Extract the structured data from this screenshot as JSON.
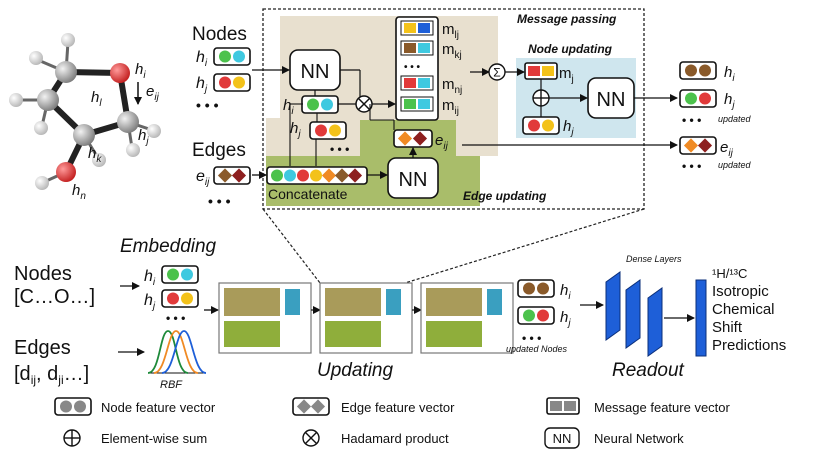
{
  "molecule": {
    "hi": "h",
    "hi_sub": "i",
    "hl": "h",
    "hl_sub": "l",
    "eij": "e",
    "eij_sub": "ij",
    "hj": "h",
    "hj_sub": "j",
    "hk": "h",
    "hk_sub": "k",
    "hn": "h",
    "hn_sub": "n"
  },
  "inputs": {
    "nodes_label": "Nodes",
    "edges_label": "Edges",
    "hi": "h",
    "hi_sub": "i",
    "hj": "h",
    "hj_sub": "j",
    "eij": "e",
    "eij_sub": "ij",
    "dots": "• • •"
  },
  "detail": {
    "message_passing": "Message passing",
    "node_updating": "Node updating",
    "edge_updating": "Edge updating",
    "concatenate": "Concatenate",
    "nn": "NN",
    "sigma": "Σ",
    "messages": [
      {
        "m": "m",
        "sub": "lj"
      },
      {
        "m": "m",
        "sub": "kj"
      },
      {
        "m": "m",
        "sub": "nj"
      },
      {
        "m": "m",
        "sub": "ij"
      }
    ],
    "mj": "m",
    "mj_sub": "j",
    "hi": "h",
    "hi_sub": "i",
    "hj": "h",
    "hj_sub": "j",
    "eij": "e",
    "eij_sub": "ij",
    "dots": "• • •"
  },
  "outputs_top": {
    "hi": "h",
    "hi_sub": "i",
    "hj": "h",
    "hj_sub": "j",
    "updated": "updated",
    "eij": "e",
    "eij_sub": "ij",
    "dots": "• • •"
  },
  "bottom": {
    "embedding": "Embedding",
    "nodes_label": "Nodes",
    "nodes_content": "[C…O…]",
    "edges_label": "Edges",
    "edges_content_a": "[d",
    "edges_content_a_sub": "ij",
    "edges_content_b": ", d",
    "edges_content_b_sub": "ji",
    "edges_content_c": "…]",
    "rbf": "RBF",
    "hi": "h",
    "hi_sub": "i",
    "hj": "h",
    "hj_sub": "j",
    "updating": "Updating",
    "updated_nodes": "updated Nodes",
    "dense_layers": "Dense Layers",
    "readout": "Readout",
    "prediction_line1": "¹H/¹³C",
    "prediction_line2": "Isotropic",
    "prediction_line3": "Chemical",
    "prediction_line4": "Shift",
    "prediction_line5": "Predictions",
    "dots": "• • •"
  },
  "legend": {
    "node_vector": "Node feature vector",
    "edge_vector": "Edge feature vector",
    "message_vector": "Message feature vector",
    "element_sum": "Element-wise sum",
    "hadamard": "Hadamard product",
    "nn_box": "NN",
    "neural_network": "Neural Network"
  },
  "colors": {
    "message_panel": "#e8e0cf",
    "node_panel": "#cfe6ee",
    "edge_panel": "#a9bd6a",
    "block_top": "#a99b5a",
    "block_bottom": "#8fae3b",
    "block_accent": "#3a9fc0",
    "dense": "#1e5fd8",
    "green": "#4cc24c",
    "red": "#e13a3a",
    "yellow": "#f3c21a",
    "cyan": "#3fc9e0",
    "brown": "#8a5a2a",
    "orange": "#f08a24",
    "darkred": "#8e1f1f"
  }
}
